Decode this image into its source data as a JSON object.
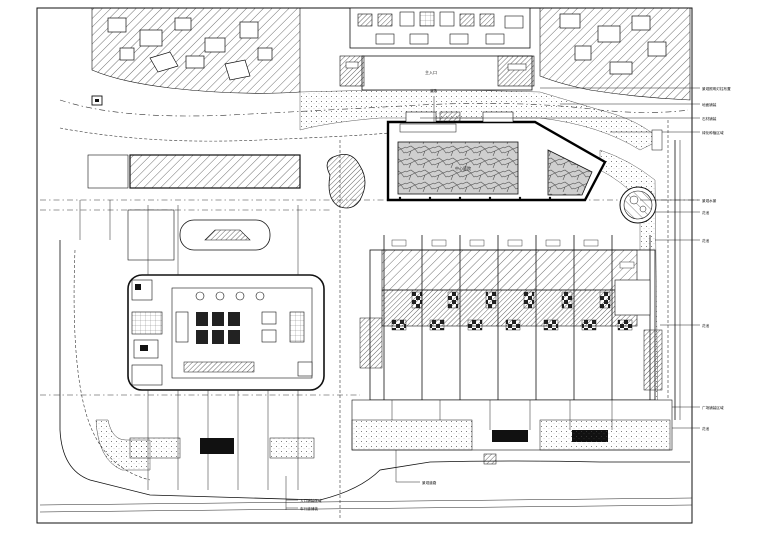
{
  "drawing": {
    "road_label": "道路",
    "entrance_label": "主入口",
    "courtyard_label": "中心庭院",
    "side_labels": [
      {
        "text": "景观照明灯柱布置",
        "name": "note-lighting"
      },
      {
        "text": "地面铺装",
        "name": "note-paving-1"
      },
      {
        "text": "石材铺装",
        "name": "note-paving-2"
      },
      {
        "text": "绿化种植区域",
        "name": "note-planting"
      },
      {
        "text": "景观水景",
        "name": "note-water"
      },
      {
        "text": "花池",
        "name": "note-planter-1"
      },
      {
        "text": "花池",
        "name": "note-planter-2"
      },
      {
        "text": "花池",
        "name": "note-planter-3"
      },
      {
        "text": "广场铺装区域",
        "name": "note-plaza"
      },
      {
        "text": "花池",
        "name": "note-planter-4"
      }
    ],
    "bottom_notes": [
      "入口铺装区域",
      "车行道铺装"
    ],
    "bottom_callout": "景观道路",
    "accent": "#000000",
    "hatch": "#333333"
  }
}
